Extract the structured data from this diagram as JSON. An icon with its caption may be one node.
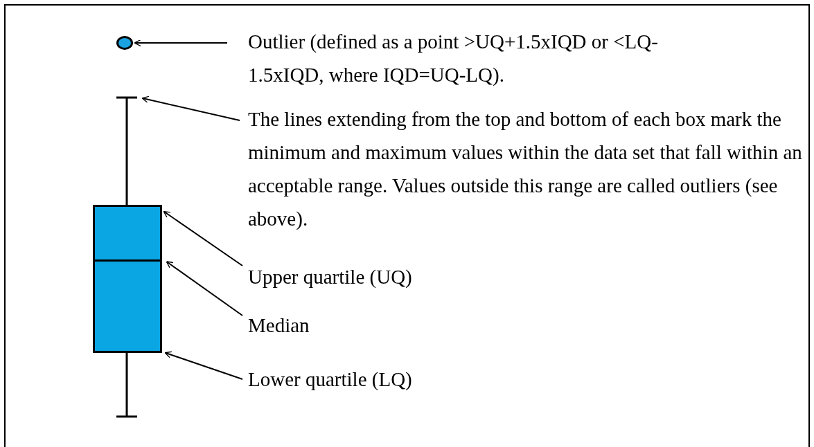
{
  "diagram": {
    "nodes": [
      {
        "text": [],
        "shape": "circle"
      },
      {
        "text": [
          "Outlier (defined as a point >UQ+1.5xIQD or <LQ-1.5xIQD, where IQD=UQ-LQ)."
        ]
      },
      {
        "text": [],
        "shape": "bar"
      },
      {
        "text": [
          "The lines extending from the top and bottom of each box mark the minimum and maximum values within the data set that fall within an acceptable range. Values outside this range are called outliers (see above)."
        ]
      },
      {
        "text": [],
        "shape": "box"
      },
      {
        "text": [
          "Upper quartile (UQ)"
        ]
      },
      {
        "text": [],
        "shape": "bar",
        "in": 4
      },
      {
        "text": [
          "Median"
        ]
      },
      {
        "text": [
          "Lower quartile (LQ)"
        ]
      }
    ],
    "edges": [
      {
        "from": 1,
        "to": 0,
        "arrow": "to"
      },
      {
        "from": 3,
        "to": 2,
        "arrow": "to"
      },
      {
        "from": 5,
        "to": 4,
        "arrow": "to"
      },
      {
        "from": 7,
        "to": 6,
        "arrow": "to"
      },
      {
        "from": 8,
        "to": 4,
        "arrow": "to"
      }
    ]
  }
}
